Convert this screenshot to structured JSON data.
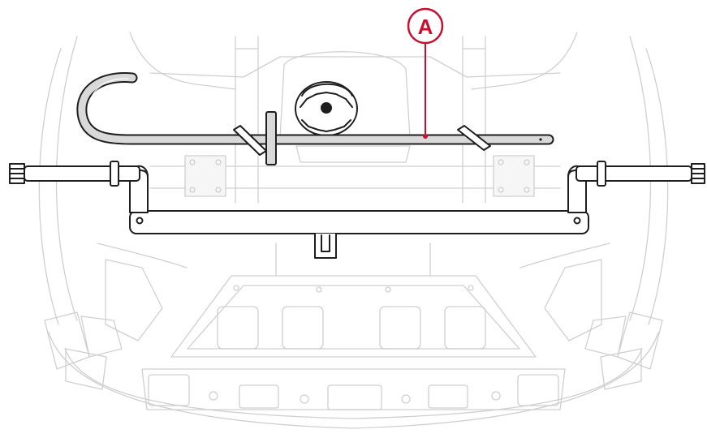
{
  "diagram": {
    "callout": {
      "label": "A"
    },
    "colors": {
      "callout": "#c8102e",
      "ink": "#1e1e1e",
      "background_lines": "#cfcfcf",
      "tool_fill": "#d9d9d9"
    },
    "parts": [
      "tow-hook-tool",
      "spare-wheel",
      "rear-bumper-beam",
      "rear-bumper"
    ]
  }
}
